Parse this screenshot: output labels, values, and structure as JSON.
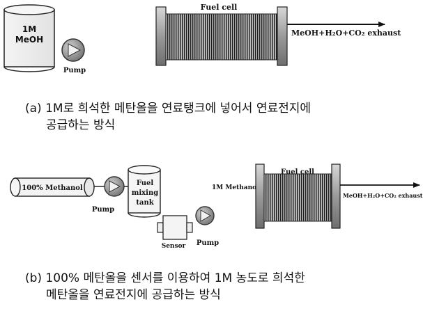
{
  "part_a": {
    "tank_label_line1": "1M",
    "tank_label_line2": "MeOH",
    "pump_label": "Pump",
    "fuel_cell_label": "Fuel cell",
    "exhaust_label": "MeOH+H₂O+CO₂ exhaust",
    "caption_line1": "(a) 1M로 희석한 메탄올을 연료탱크에 넣어서 연료전지에",
    "caption_line2": "공급하는 방식"
  },
  "part_b": {
    "source_label": "100% Methanol",
    "pump1_label": "Pump",
    "mixing_tank_line1": "Fuel",
    "mixing_tank_line2": "mixing",
    "mixing_tank_line3": "tank",
    "sensor_label": "Sensor",
    "pump2_label": "Pump",
    "feed_label": "1M Methanol",
    "fuel_cell_label": "Fuel cell",
    "exhaust_label": "MeOH+H₂O+CO₂ exhaust",
    "caption_line1": "(b) 100% 메탄올을 센서를 이용하여 1M 농도로 희석한",
    "caption_line2": "메탄올을 연료전지에 공급하는 방식"
  }
}
